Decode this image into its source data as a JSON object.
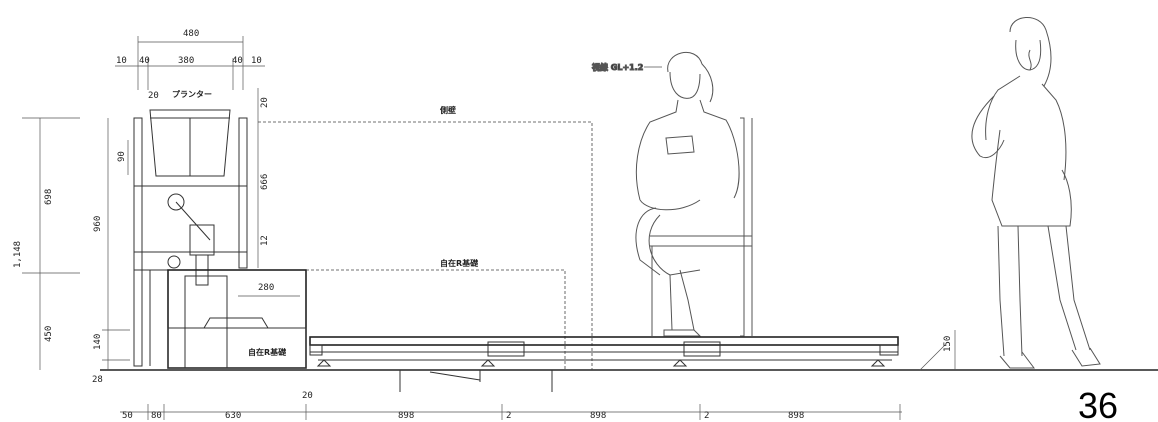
{
  "labels": {
    "planter": "プランター",
    "side_wall": "側壁",
    "foundation_top": "自在R基礎",
    "foundation_box": "自在R基礎",
    "eye_level": "視線 GL+1.2"
  },
  "dimensions": {
    "top_total": "480",
    "top_10_left": "10",
    "top_40_left": "40",
    "top_380": "380",
    "top_40_right": "40",
    "top_10_right": "10",
    "planter_20": "20",
    "right_20": "20",
    "dim_90": "90",
    "dim_960": "960",
    "dim_666": "666",
    "dim_12": "12",
    "dim_1148": "1,148",
    "dim_698": "698",
    "dim_450": "450",
    "dim_140": "140",
    "dim_28": "28",
    "dim_280": "280",
    "dim_150": "150",
    "bottom_20": "20",
    "bottom_50": "50",
    "bottom_80": "80",
    "bottom_630": "630",
    "bottom_898_a": "898",
    "bottom_2_a": "2",
    "bottom_898_b": "898",
    "bottom_2_b": "2",
    "bottom_898_c": "898"
  },
  "page_number": "36"
}
